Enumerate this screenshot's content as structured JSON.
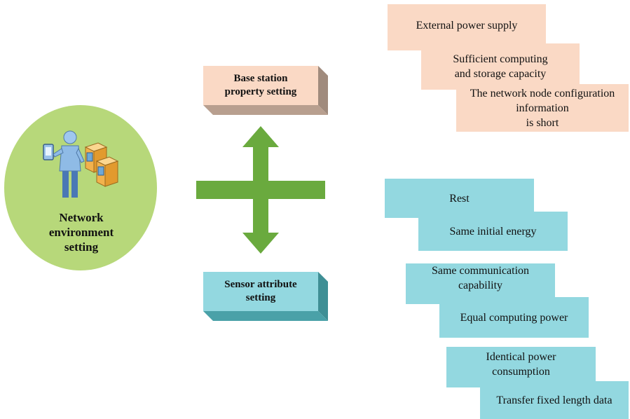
{
  "left": {
    "label": "Network\nenvironment\nsetting"
  },
  "center": {
    "top_box": "Base station\nproperty setting",
    "bottom_box": "Sensor attribute\nsetting"
  },
  "base_station_properties": [
    "External power supply",
    "Sufficient computing\nand storage capacity",
    "The network node configuration\ninformation\nis short"
  ],
  "sensor_attributes": [
    "Rest",
    "Same initial energy",
    "Same communication\ncapability",
    "Equal computing power",
    "Identical power\nconsumption",
    "Transfer fixed length data"
  ],
  "colors": {
    "circle": "#b7d87a",
    "arrow": "#6aaa3e",
    "peach": "#fad9c5",
    "peach_side": "#a08b7d",
    "cyan": "#93d8e0",
    "cyan_side": "#3f8f95"
  }
}
